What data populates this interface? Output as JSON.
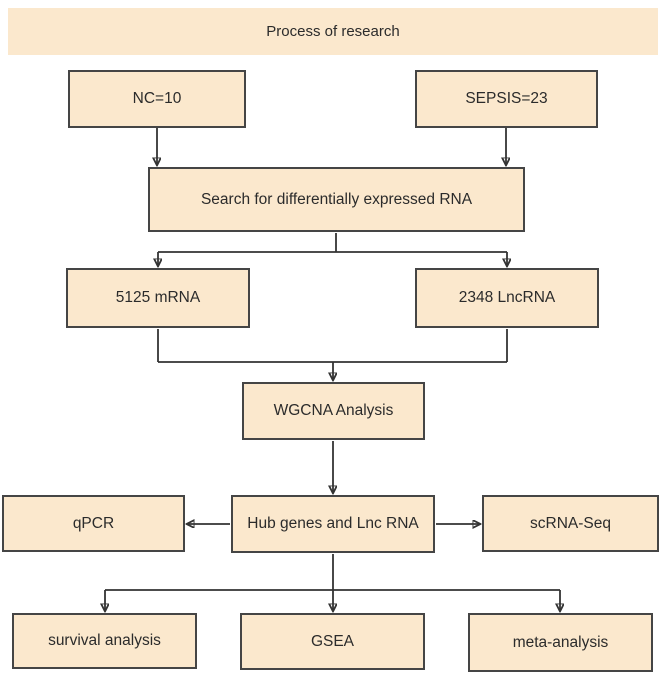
{
  "title": "Process of research",
  "colors": {
    "box_fill": "#fbe8cd",
    "box_border": "#454545",
    "line": "#333333",
    "text": "#2b2b2b",
    "background": "#ffffff"
  },
  "nodes": {
    "nc": {
      "label": "NC=10"
    },
    "sepsis": {
      "label": "SEPSIS=23"
    },
    "search": {
      "label": "Search for differentially expressed RNA"
    },
    "mrna": {
      "label": "5125 mRNA"
    },
    "lncrna": {
      "label": "2348 LncRNA"
    },
    "wgcna": {
      "label": "WGCNA Analysis"
    },
    "qpcr": {
      "label": "qPCR"
    },
    "hub": {
      "label": "Hub genes and Lnc RNA"
    },
    "scrna": {
      "label": "scRNA-Seq"
    },
    "survival": {
      "label": "survival analysis"
    },
    "gsea": {
      "label": "GSEA"
    },
    "meta": {
      "label": "meta-analysis"
    }
  },
  "edges": [
    {
      "from": "nc",
      "to": "search",
      "arrow": true
    },
    {
      "from": "sepsis",
      "to": "search",
      "arrow": true
    },
    {
      "from": "search",
      "to": "mrna",
      "arrow": true
    },
    {
      "from": "search",
      "to": "lncrna",
      "arrow": true
    },
    {
      "from": "mrna",
      "to": "wgcna",
      "arrow": true
    },
    {
      "from": "lncrna",
      "to": "wgcna",
      "arrow": true
    },
    {
      "from": "wgcna",
      "to": "hub",
      "arrow": true
    },
    {
      "from": "hub",
      "to": "qpcr",
      "arrow": true
    },
    {
      "from": "hub",
      "to": "scrna",
      "arrow": true
    },
    {
      "from": "hub",
      "to": "survival",
      "arrow": true
    },
    {
      "from": "hub",
      "to": "gsea",
      "arrow": true
    },
    {
      "from": "hub",
      "to": "meta",
      "arrow": true
    }
  ]
}
